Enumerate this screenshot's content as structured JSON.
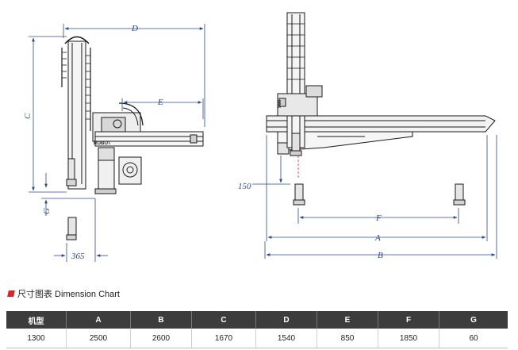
{
  "labels": {
    "D": "D",
    "E": "E",
    "C": "C",
    "G": "G",
    "dim365": "365",
    "dim150": "150",
    "F": "F",
    "A": "A",
    "B": "B",
    "robot_text": "ROBOT",
    "side_text": "908"
  },
  "section_title": "尺寸图表 Dimension Chart",
  "table": {
    "headers": [
      "机型",
      "A",
      "B",
      "C",
      "D",
      "E",
      "F",
      "G"
    ],
    "rows": [
      [
        "1300",
        "2500",
        "2600",
        "1670",
        "1540",
        "850",
        "1850",
        "60"
      ]
    ]
  },
  "colors": {
    "dimension": "#2b4a8c",
    "marker": "#d62828",
    "header": "#3c3c3c"
  }
}
